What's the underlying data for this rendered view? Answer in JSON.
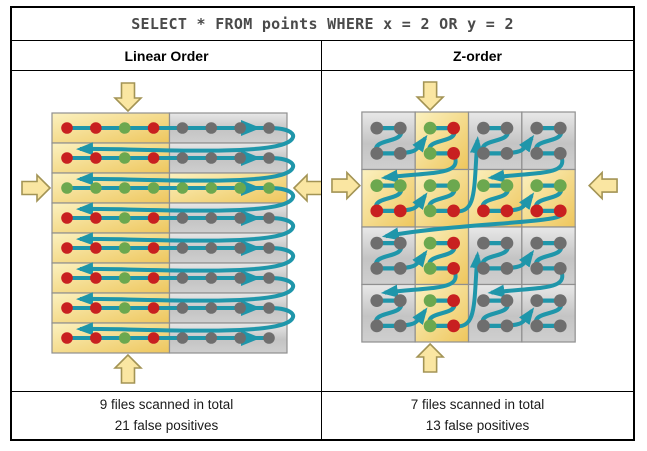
{
  "header": {
    "query": "SELECT * FROM points WHERE x = 2 OR y = 2"
  },
  "colors": {
    "teal": "#1F96AA",
    "dot_red": "#C82020",
    "dot_green": "#6CA84F",
    "dot_gray": "#6E6E6E",
    "file_scanned_light": "#FBF1C0",
    "file_scanned_dark": "#EEC65C",
    "file_unscanned_light": "#E8E8E8",
    "file_unscanned_mid": "#C4C4C4",
    "file_unscanned_dark": "#CFCFCF",
    "cell_border": "#8F8F8F",
    "block_arrow_fill": "#FAE6A2",
    "block_arrow_stroke": "#A39455",
    "frame": "#000000"
  },
  "icons": {
    "query_markers": [
      "block-arrow-down-icon",
      "block-arrow-up-icon",
      "block-arrow-right-icon",
      "block-arrow-left-icon"
    ],
    "scan_direction": "teal-arrowhead-icon"
  },
  "panels": [
    {
      "title": "Linear Order",
      "layout": "linear",
      "caption": [
        "9 files scanned in total",
        "21 false positives"
      ],
      "files_scanned": [
        [
          true,
          false
        ],
        [
          true,
          false
        ],
        [
          true,
          true
        ],
        [
          true,
          false
        ],
        [
          true,
          false
        ],
        [
          true,
          false
        ],
        [
          true,
          false
        ],
        [
          true,
          false
        ]
      ],
      "dots": [
        [
          "red",
          "red",
          "green",
          "red",
          "gray",
          "gray",
          "gray",
          "gray"
        ],
        [
          "red",
          "red",
          "green",
          "red",
          "gray",
          "gray",
          "gray",
          "gray"
        ],
        [
          "green",
          "green",
          "green",
          "green",
          "green",
          "green",
          "green",
          "green"
        ],
        [
          "red",
          "red",
          "green",
          "red",
          "gray",
          "gray",
          "gray",
          "gray"
        ],
        [
          "red",
          "red",
          "green",
          "red",
          "gray",
          "gray",
          "gray",
          "gray"
        ],
        [
          "red",
          "red",
          "green",
          "red",
          "gray",
          "gray",
          "gray",
          "gray"
        ],
        [
          "red",
          "red",
          "green",
          "red",
          "gray",
          "gray",
          "gray",
          "gray"
        ],
        [
          "red",
          "red",
          "green",
          "red",
          "gray",
          "gray",
          "gray",
          "gray"
        ]
      ]
    },
    {
      "title": "Z-order",
      "layout": "z-order",
      "caption": [
        "7 files scanned in total",
        "13 false positives"
      ],
      "cells_scanned": [
        [
          false,
          true,
          false,
          false
        ],
        [
          true,
          true,
          true,
          true
        ],
        [
          false,
          true,
          false,
          false
        ],
        [
          false,
          true,
          false,
          false
        ]
      ],
      "dots": [
        [
          [
            "gray",
            "gray",
            "gray",
            "gray"
          ],
          [
            "green",
            "red",
            "green",
            "red"
          ],
          [
            "gray",
            "gray",
            "gray",
            "gray"
          ],
          [
            "gray",
            "gray",
            "gray",
            "gray"
          ]
        ],
        [
          [
            "green",
            "green",
            "red",
            "red"
          ],
          [
            "green",
            "green",
            "green",
            "red"
          ],
          [
            "green",
            "green",
            "red",
            "red"
          ],
          [
            "green",
            "green",
            "red",
            "red"
          ]
        ],
        [
          [
            "gray",
            "gray",
            "gray",
            "gray"
          ],
          [
            "green",
            "red",
            "green",
            "red"
          ],
          [
            "gray",
            "gray",
            "gray",
            "gray"
          ],
          [
            "gray",
            "gray",
            "gray",
            "gray"
          ]
        ],
        [
          [
            "gray",
            "gray",
            "gray",
            "gray"
          ],
          [
            "green",
            "red",
            "green",
            "red"
          ],
          [
            "gray",
            "gray",
            "gray",
            "gray"
          ],
          [
            "gray",
            "gray",
            "gray",
            "gray"
          ]
        ]
      ],
      "scan_order": [
        [
          0,
          0
        ],
        [
          0,
          1
        ],
        [
          1,
          0
        ],
        [
          1,
          1
        ],
        [
          0,
          2
        ],
        [
          0,
          3
        ],
        [
          1,
          2
        ],
        [
          1,
          3
        ],
        [
          2,
          0
        ],
        [
          2,
          1
        ],
        [
          3,
          0
        ],
        [
          3,
          1
        ],
        [
          2,
          2
        ],
        [
          2,
          3
        ],
        [
          3,
          2
        ],
        [
          3,
          3
        ]
      ]
    }
  ]
}
